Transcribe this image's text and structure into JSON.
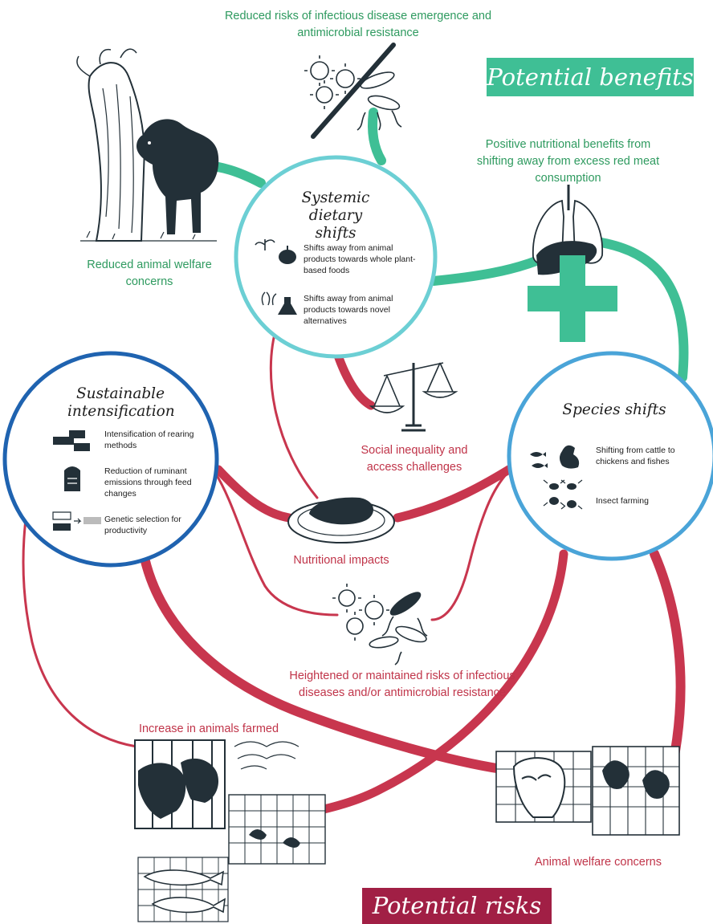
{
  "banners": {
    "benefits": "Potential benefits",
    "risks": "Potential risks"
  },
  "benefits": {
    "infectious": "Reduced risks of infectious disease emergence and antimicrobial resistance",
    "welfare": "Reduced animal welfare concerns",
    "nutrition": "Positive nutritional benefits from shifting away from excess red meat consumption"
  },
  "risks": {
    "social": "Social inequality and access challenges",
    "nutritional": "Nutritional impacts",
    "infectious": "Heightened or maintained risks of infectious diseases and/or antimicrobial resistance",
    "increase": "Increase in animals farmed",
    "welfare": "Animal welfare concerns"
  },
  "circles": {
    "systemic": {
      "title": "Systemic dietary shifts",
      "items": [
        {
          "icon": "plant-pumpkin-icon",
          "text": "Shifts away from animal products towards whole plant-based foods"
        },
        {
          "icon": "algae-flask-icon",
          "text": "Shifts away from animal products towards novel alternatives"
        }
      ]
    },
    "sustainable": {
      "title": "Sustainable intensification",
      "items": [
        {
          "icon": "livestock-icon",
          "text": "Intensification of rearing methods"
        },
        {
          "icon": "feed-silo-icon",
          "text": "Reduction of ruminant emissions through feed changes"
        },
        {
          "icon": "genetic-selection-icon",
          "text": "Genetic selection for productivity"
        }
      ]
    },
    "species": {
      "title": "Species shifts",
      "items": [
        {
          "icon": "fish-chicken-icon",
          "text": "Shifting from cattle to chickens and fishes"
        },
        {
          "icon": "insects-icon",
          "text": "Insect farming"
        }
      ]
    }
  },
  "colors": {
    "green": "#3fbf95",
    "green_text": "#2e9a5f",
    "red": "#c8364e",
    "red_text": "#c03449",
    "risk_banner": "#a11f45",
    "systemic_ring": "#6ccfd4",
    "sustainable_ring": "#1f63b0",
    "species_ring": "#4aa4d8",
    "ink": "#233038"
  }
}
